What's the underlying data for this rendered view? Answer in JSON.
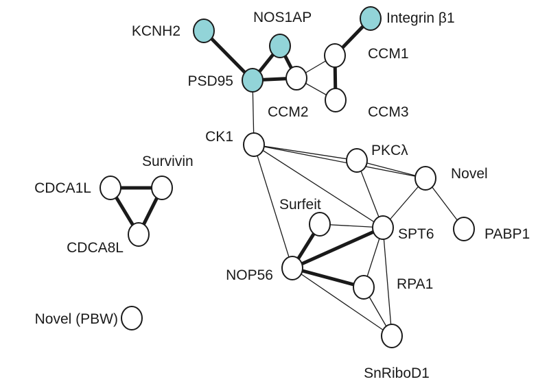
{
  "colors": {
    "highlight_fill": "#92d4d8",
    "default_fill": "#ffffff",
    "stroke": "#1a1a1a"
  },
  "nodes": [
    {
      "id": "KCNH2",
      "label": "KCNH2",
      "highlighted": true
    },
    {
      "id": "NOS1AP",
      "label": "NOS1AP",
      "highlighted": true
    },
    {
      "id": "Integrin",
      "label": "Integrin β1",
      "highlighted": true
    },
    {
      "id": "PSD95",
      "label": "PSD95",
      "highlighted": true
    },
    {
      "id": "CCM1",
      "label": "CCM1",
      "highlighted": false
    },
    {
      "id": "CCM2",
      "label": "CCM2",
      "highlighted": false
    },
    {
      "id": "CCM3",
      "label": "CCM3",
      "highlighted": false
    },
    {
      "id": "CK1",
      "label": "CK1",
      "highlighted": false
    },
    {
      "id": "PKC",
      "label": "PKCλ",
      "highlighted": false
    },
    {
      "id": "Novel",
      "label": "Novel",
      "highlighted": false
    },
    {
      "id": "Survivin",
      "label": "Survivin",
      "highlighted": false
    },
    {
      "id": "CDCA1L",
      "label": "CDCA1L",
      "highlighted": false
    },
    {
      "id": "CDCA8L",
      "label": "CDCA8L",
      "highlighted": false
    },
    {
      "id": "Surfeit",
      "label": "Surfeit",
      "highlighted": false
    },
    {
      "id": "SPT6",
      "label": "SPT6",
      "highlighted": false
    },
    {
      "id": "PABP1",
      "label": "PABP1",
      "highlighted": false
    },
    {
      "id": "NOP56",
      "label": "NOP56",
      "highlighted": false
    },
    {
      "id": "RPA1",
      "label": "RPA1",
      "highlighted": false
    },
    {
      "id": "SnRiboD1",
      "label": "SnRiboD1",
      "highlighted": false
    },
    {
      "id": "NovelPBW",
      "label": "Novel (PBW)",
      "highlighted": false
    }
  ],
  "edges": [
    {
      "source": "KCNH2",
      "target": "PSD95",
      "strong": true
    },
    {
      "source": "NOS1AP",
      "target": "PSD95",
      "strong": true
    },
    {
      "source": "NOS1AP",
      "target": "CCM2",
      "strong": true
    },
    {
      "source": "PSD95",
      "target": "CCM2",
      "strong": true
    },
    {
      "source": "Integrin",
      "target": "CCM1",
      "strong": true
    },
    {
      "source": "CCM1",
      "target": "CCM3",
      "strong": true
    },
    {
      "source": "CCM2",
      "target": "CCM1",
      "strong": false
    },
    {
      "source": "CCM2",
      "target": "CCM3",
      "strong": false
    },
    {
      "source": "PSD95",
      "target": "CK1",
      "strong": false
    },
    {
      "source": "CK1",
      "target": "PKC",
      "strong": false
    },
    {
      "source": "CK1",
      "target": "Novel",
      "strong": false
    },
    {
      "source": "CK1",
      "target": "SPT6",
      "strong": false
    },
    {
      "source": "CK1",
      "target": "NOP56",
      "strong": false
    },
    {
      "source": "PKC",
      "target": "Novel",
      "strong": false
    },
    {
      "source": "PKC",
      "target": "SPT6",
      "strong": false
    },
    {
      "source": "Novel",
      "target": "SPT6",
      "strong": false
    },
    {
      "source": "Novel",
      "target": "PABP1",
      "strong": false
    },
    {
      "source": "Surfeit",
      "target": "SPT6",
      "strong": false
    },
    {
      "source": "Surfeit",
      "target": "NOP56",
      "strong": true
    },
    {
      "source": "NOP56",
      "target": "SPT6",
      "strong": true
    },
    {
      "source": "NOP56",
      "target": "RPA1",
      "strong": true
    },
    {
      "source": "NOP56",
      "target": "SnRiboD1",
      "strong": false
    },
    {
      "source": "SPT6",
      "target": "RPA1",
      "strong": false
    },
    {
      "source": "SPT6",
      "target": "SnRiboD1",
      "strong": false
    },
    {
      "source": "RPA1",
      "target": "SnRiboD1",
      "strong": false
    },
    {
      "source": "CDCA1L",
      "target": "Survivin",
      "strong": true
    },
    {
      "source": "Survivin",
      "target": "CDCA8L",
      "strong": true
    },
    {
      "source": "CDCA1L",
      "target": "CDCA8L",
      "strong": true
    }
  ]
}
